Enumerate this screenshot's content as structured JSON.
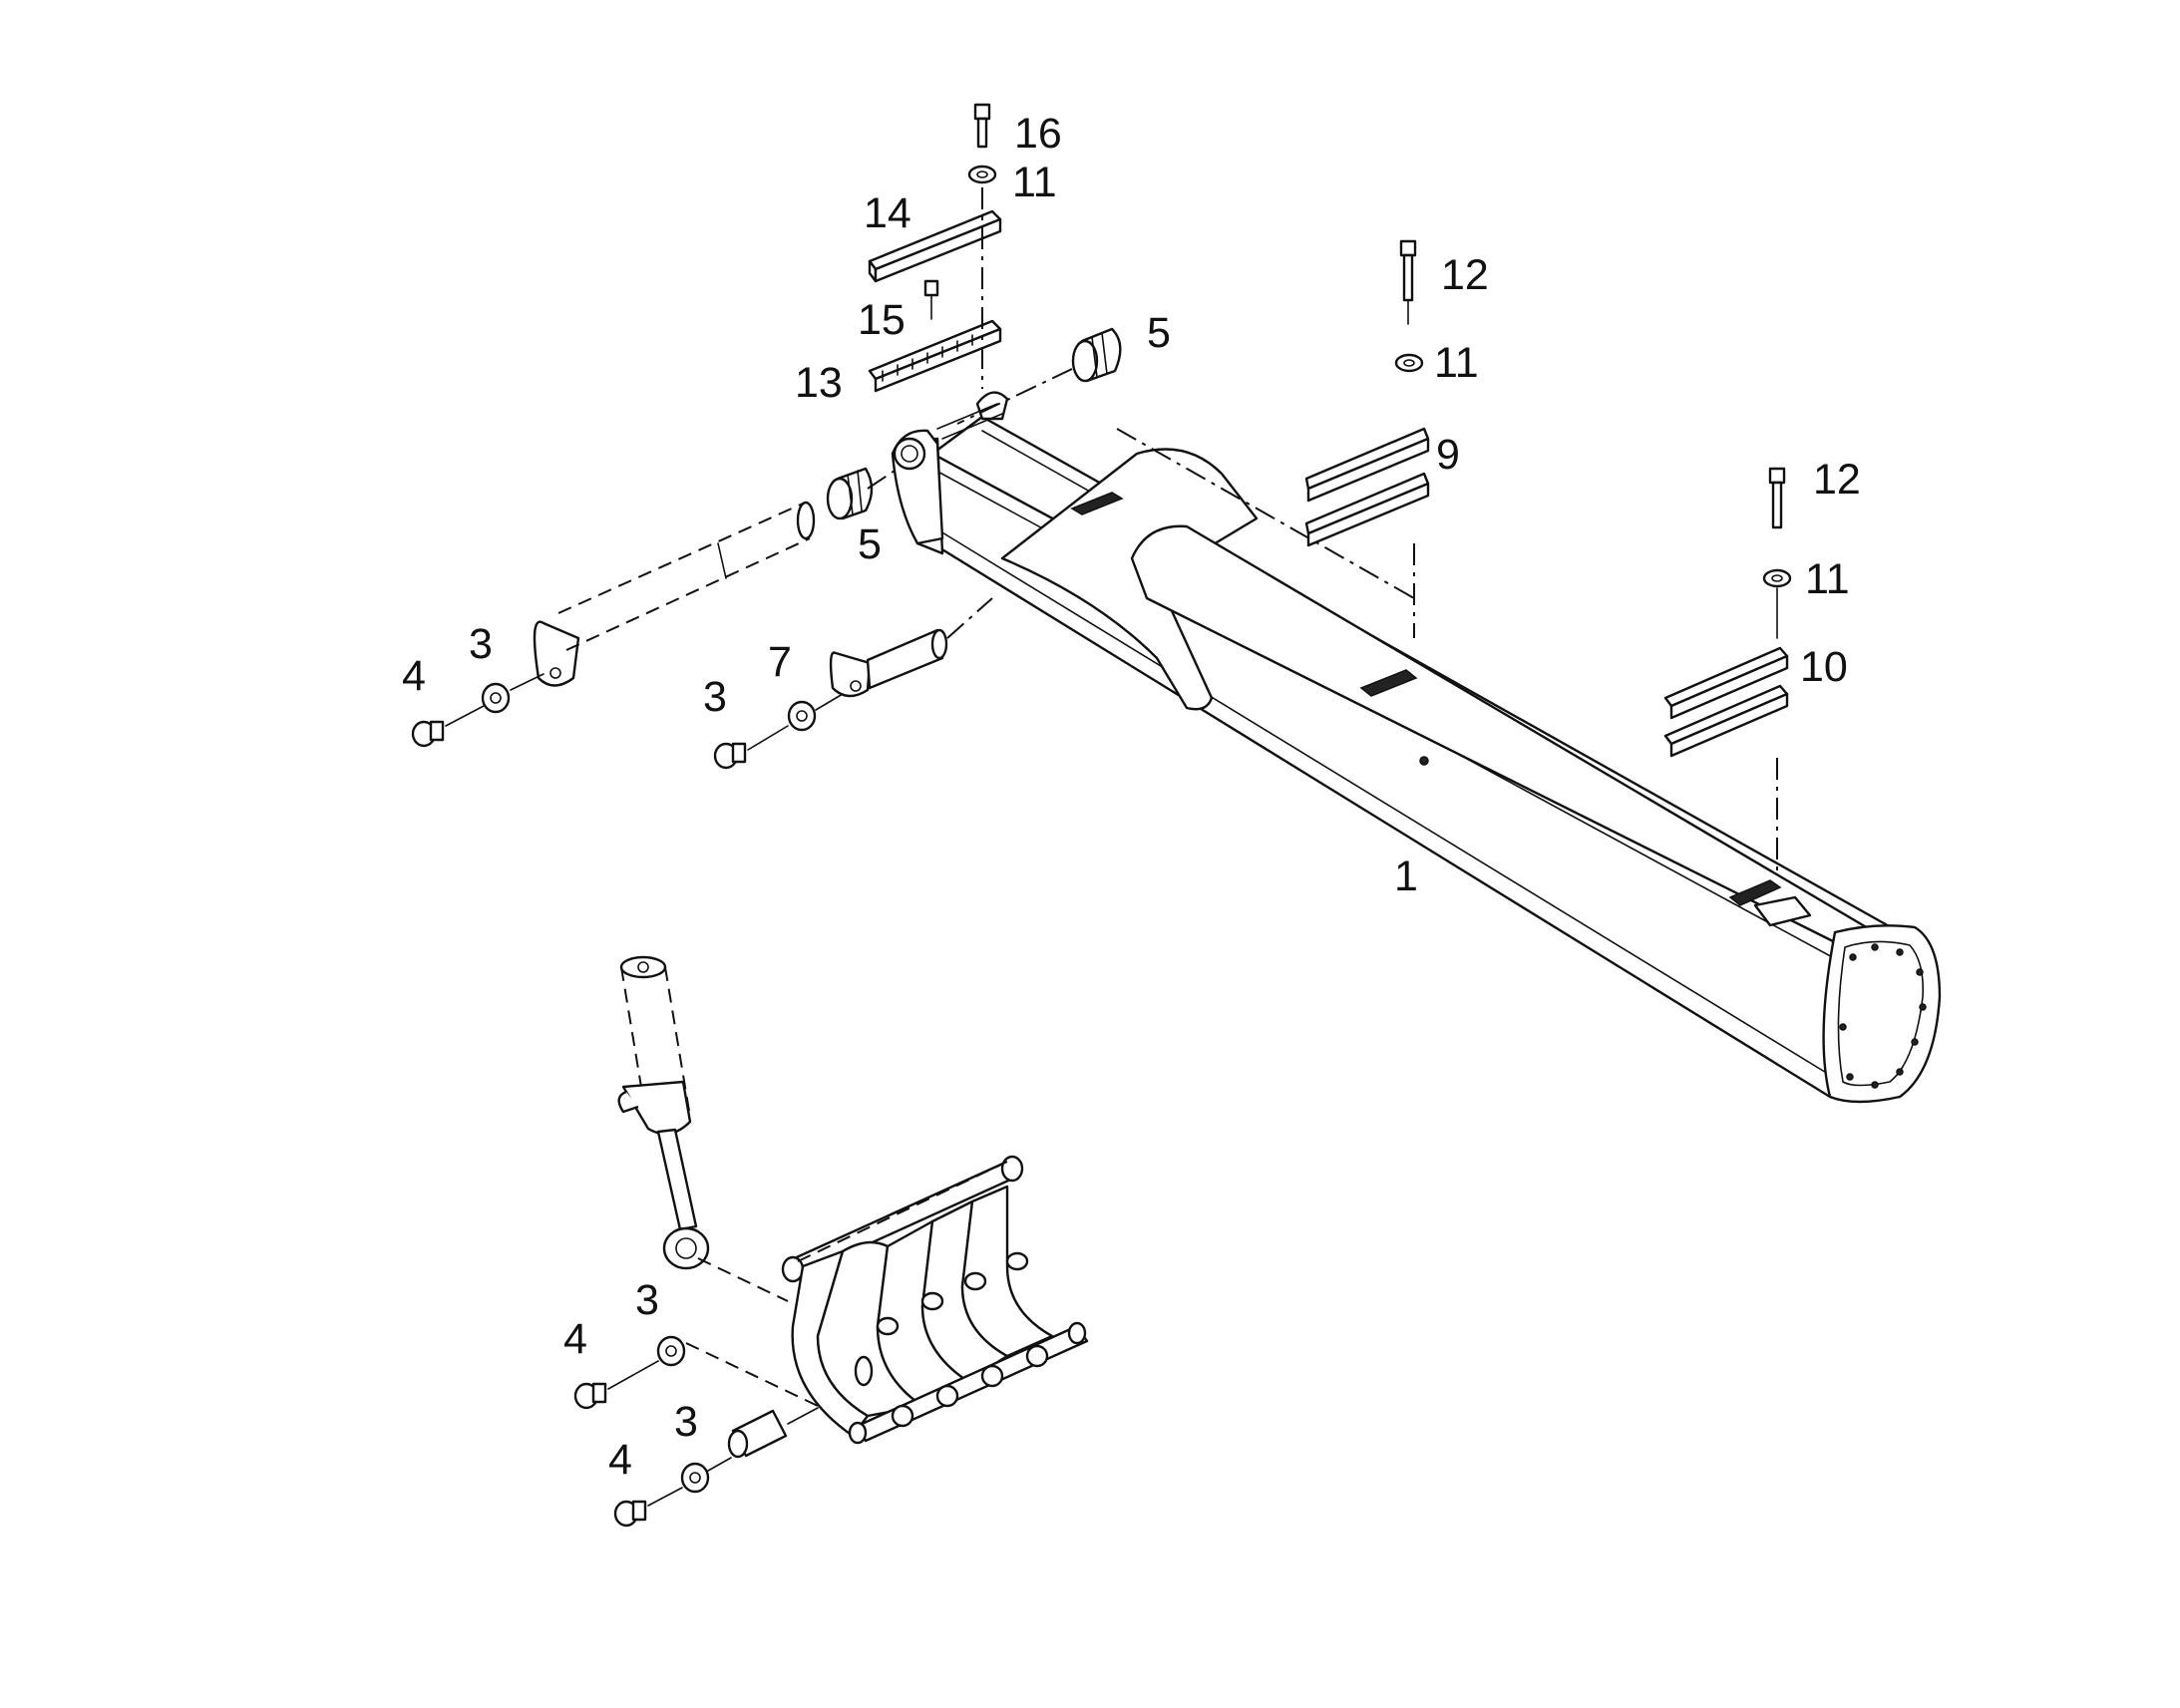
{
  "labels": {
    "l16": "16",
    "l11a": "11",
    "l14": "14",
    "l15": "15",
    "l13": "13",
    "l5a": "5",
    "l5b": "5",
    "l12a": "12",
    "l11b": "11",
    "l9": "9",
    "l12b": "12",
    "l11c": "11",
    "l10": "10",
    "l1": "1",
    "l4a": "4",
    "l3a": "3",
    "l7": "7",
    "l3b": "3",
    "l3c": "3",
    "l4b": "4",
    "l3d": "3",
    "l4c": "4"
  }
}
